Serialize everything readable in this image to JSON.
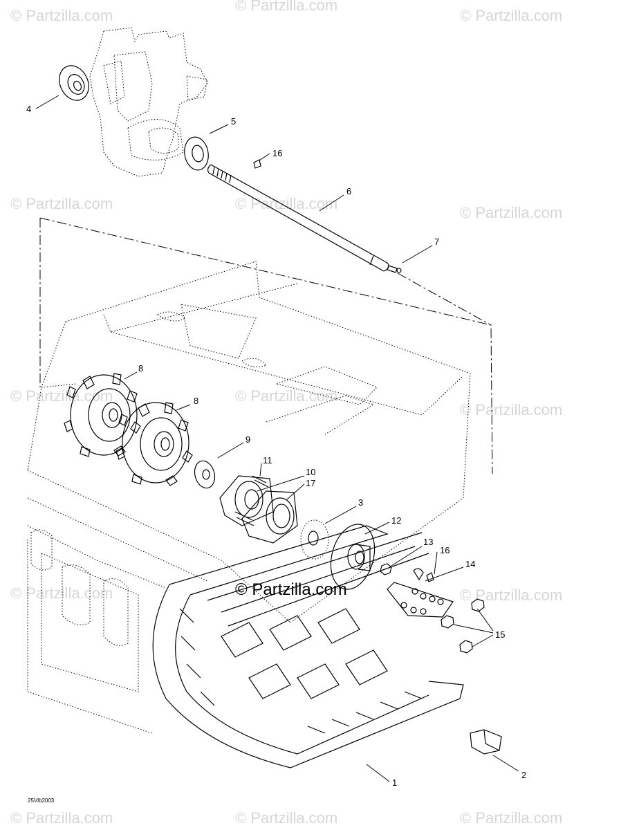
{
  "watermark": {
    "text": "© Partzilla.com",
    "center_text": "© Partzilla.com"
  },
  "reference_code": "25Vlb2003",
  "callouts": [
    {
      "id": "1",
      "label": "1"
    },
    {
      "id": "2",
      "label": "2"
    },
    {
      "id": "3",
      "label": "3"
    },
    {
      "id": "4",
      "label": "4"
    },
    {
      "id": "5",
      "label": "5"
    },
    {
      "id": "6",
      "label": "6"
    },
    {
      "id": "7",
      "label": "7"
    },
    {
      "id": "8a",
      "label": "8"
    },
    {
      "id": "8b",
      "label": "8"
    },
    {
      "id": "9",
      "label": "9"
    },
    {
      "id": "10",
      "label": "10"
    },
    {
      "id": "11",
      "label": "11"
    },
    {
      "id": "12",
      "label": "12"
    },
    {
      "id": "13",
      "label": "13"
    },
    {
      "id": "14",
      "label": "14"
    },
    {
      "id": "15",
      "label": "15"
    },
    {
      "id": "16a",
      "label": "16"
    },
    {
      "id": "16b",
      "label": "16"
    },
    {
      "id": "17",
      "label": "17"
    }
  ]
}
